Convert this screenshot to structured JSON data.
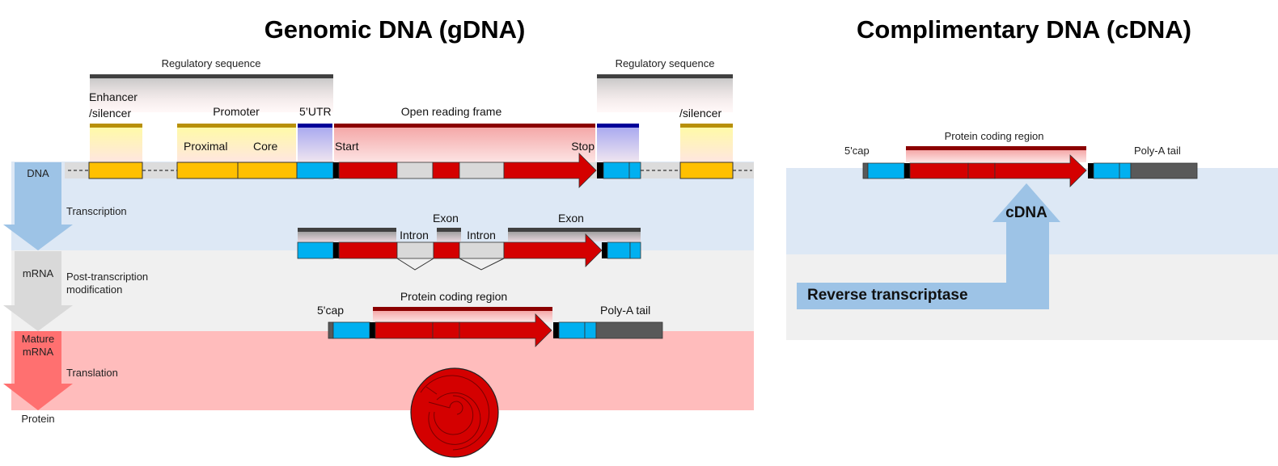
{
  "colors": {
    "utr": "#00b0f0",
    "cds": "#d40000",
    "intron": "#d9d9d9",
    "regulatory": "#ffc000",
    "poly_a": "#595959",
    "start_stop": "#000000",
    "dna_band": "#dde8f5",
    "mrna_band": "#f0f0f0",
    "protein_band": "#ffbcbc",
    "dna_arrow": "#9dc3e6",
    "mrna_arrow": "#d9d9d9",
    "protein_arrow": "#ff7070",
    "orf_bar": "#8b0000",
    "utr_bar": "#000099",
    "enhancer_bar": "#b8900a",
    "exon_bar": "#404040"
  },
  "gdna": {
    "title": "Genomic DNA (gDNA)",
    "regulatory_label_left": "Regulatory sequence",
    "regulatory_label_right": "Regulatory sequence",
    "enhancer_label_line1": "Enhancer",
    "enhancer_label_line2": "/silencer",
    "enhancer_right_label": "/silencer",
    "promoter_label": "Promoter",
    "proximal_label": "Proximal",
    "core_label": "Core",
    "utr5_label": "5’UTR",
    "orf_label": "Open reading frame",
    "start_label": "Start",
    "stop_label": "Stop",
    "exon_label_1": "Exon",
    "exon_label_2": "Exon",
    "intron_label_1": "Intron",
    "intron_label_2": "Intron",
    "protein_coding_label": "Protein coding region",
    "cap_label": "5'cap",
    "polya_label": "Poly-A tail"
  },
  "process": {
    "stages": [
      {
        "name": "DNA",
        "step": "Transcription"
      },
      {
        "name": "mRNA",
        "step_line1": "Post-transcription",
        "step_line2": "modification"
      },
      {
        "name_line1": "Mature",
        "name_line2": "mRNA",
        "step": "Translation"
      },
      {
        "name": "Protein"
      }
    ]
  },
  "cdna": {
    "title": "Complimentary DNA (cDNA)",
    "protein_coding_label": "Protein coding region",
    "cap_label": "5'cap",
    "polya_label": "Poly-A tail",
    "arrow_label": "cDNA",
    "enzyme_label": "Reverse transcriptase"
  }
}
